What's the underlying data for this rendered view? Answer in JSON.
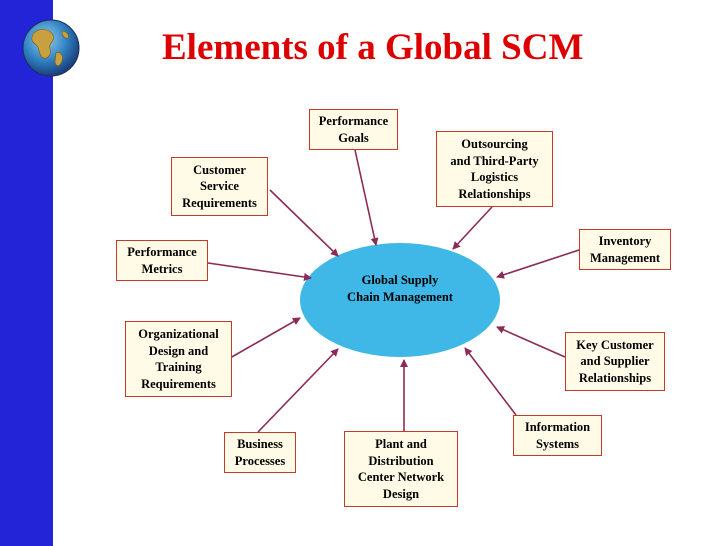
{
  "title": "Elements of a Global SCM",
  "center": "Global Supply\nChain Management",
  "nodes": {
    "performance_goals": "Performance\nGoals",
    "outsourcing": "Outsourcing\nand Third-Party\nLogistics\nRelationships",
    "customer_service": "Customer\nService\nRequirements",
    "performance_metrics": "Performance\nMetrics",
    "inventory": "Inventory\nManagement",
    "org_design": "Organizational\nDesign and\nTraining\nRequirements",
    "key_customer": "Key Customer\nand Supplier\nRelationships",
    "information_systems": "Information\nSystems",
    "business_processes": "Business\nProcesses",
    "plant_distribution": "Plant and\nDistribution\nCenter Network\nDesign"
  },
  "colors": {
    "sidebar": "#2323d8",
    "title": "#dd0000",
    "ellipse": "#3fb8e8",
    "box_fill": "#fffbe6",
    "box_border": "#c23b2b",
    "arrow": "#8b2c57"
  },
  "icons": {
    "logo": "globe-icon"
  }
}
